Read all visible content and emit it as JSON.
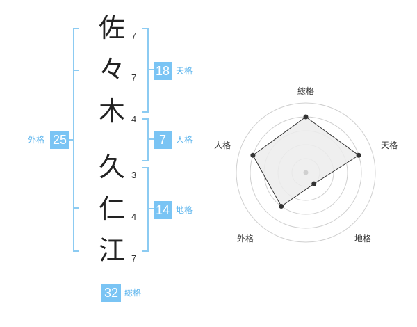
{
  "name_chars": [
    {
      "char": "佐",
      "strokes": "7"
    },
    {
      "char": "々",
      "strokes": "7"
    },
    {
      "char": "木",
      "strokes": "4"
    },
    {
      "char": "久",
      "strokes": "3"
    },
    {
      "char": "仁",
      "strokes": "4"
    },
    {
      "char": "江",
      "strokes": "7"
    }
  ],
  "kaku": {
    "tenkaku": {
      "value": "18",
      "label": "天格"
    },
    "jinkaku": {
      "value": "7",
      "label": "人格"
    },
    "chikaku": {
      "value": "14",
      "label": "地格"
    },
    "gaikaku": {
      "value": "25",
      "label": "外格"
    },
    "soukaku": {
      "value": "32",
      "label": "総格"
    }
  },
  "radar": {
    "axes": [
      "総格",
      "天格",
      "地格",
      "外格",
      "人格"
    ],
    "levels": 5,
    "values": [
      0.8,
      0.8,
      0.2,
      0.6,
      0.8
    ],
    "colors": {
      "fill": "#ececec",
      "stroke": "#333333",
      "grid": "#cfcfcf"
    }
  }
}
